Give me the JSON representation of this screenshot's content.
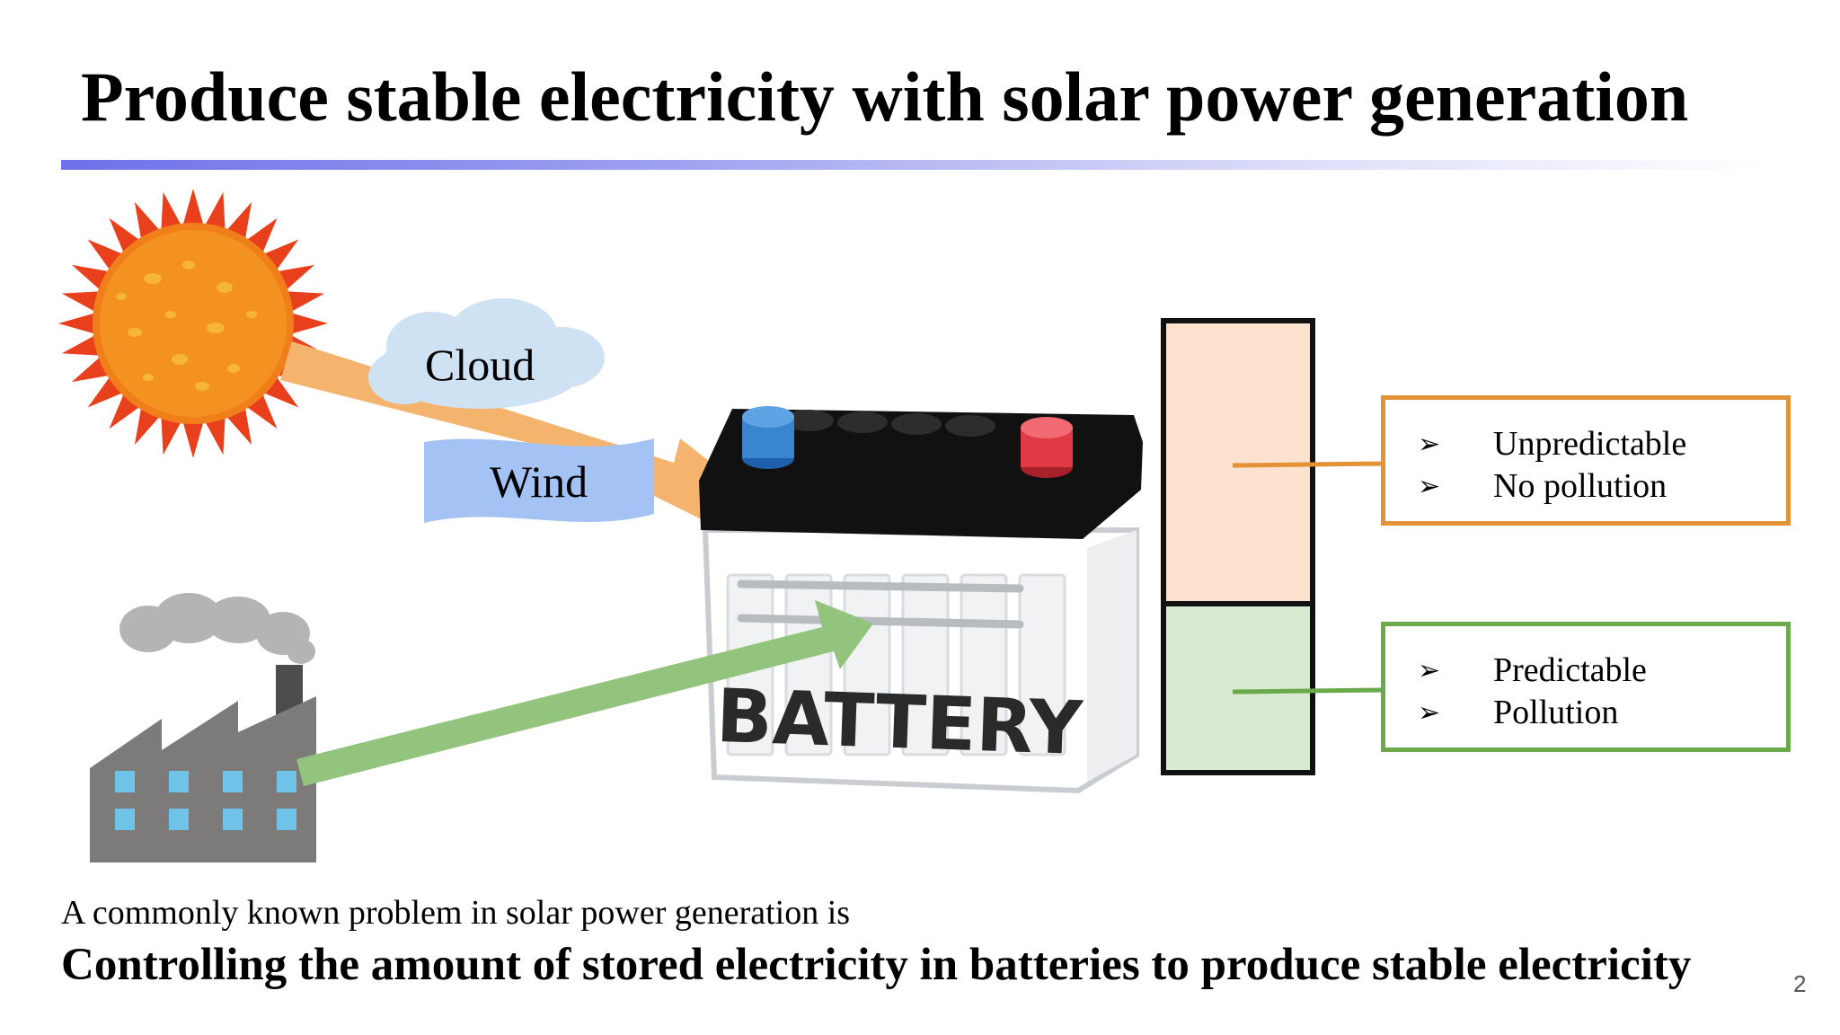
{
  "slide": {
    "title": "Produce stable electricity with solar power generation",
    "page_number": "2"
  },
  "diagram": {
    "cloud_label": "Cloud",
    "wind_label": "Wind",
    "battery_label": "BATTERY",
    "solar_note": [
      "Unpredictable",
      "No pollution"
    ],
    "factory_note": [
      "Predictable",
      "Pollution"
    ],
    "bullet_symbol": "➢",
    "colors": {
      "solar_flow": "#f4b46e",
      "factory_flow": "#93c47d",
      "solar_share_fill": "#fde3cf",
      "factory_share_fill": "#d9ead3",
      "solar_note_border": "#e39235",
      "factory_note_border": "#6aaa4a",
      "cloud": "#cfe2f3",
      "wind": "#a4c2f4",
      "title_underline": "#6e71e8"
    }
  },
  "footer": {
    "intro": "A commonly known problem in solar power generation is",
    "statement": "Controlling the amount of stored electricity in batteries to produce stable electricity"
  }
}
